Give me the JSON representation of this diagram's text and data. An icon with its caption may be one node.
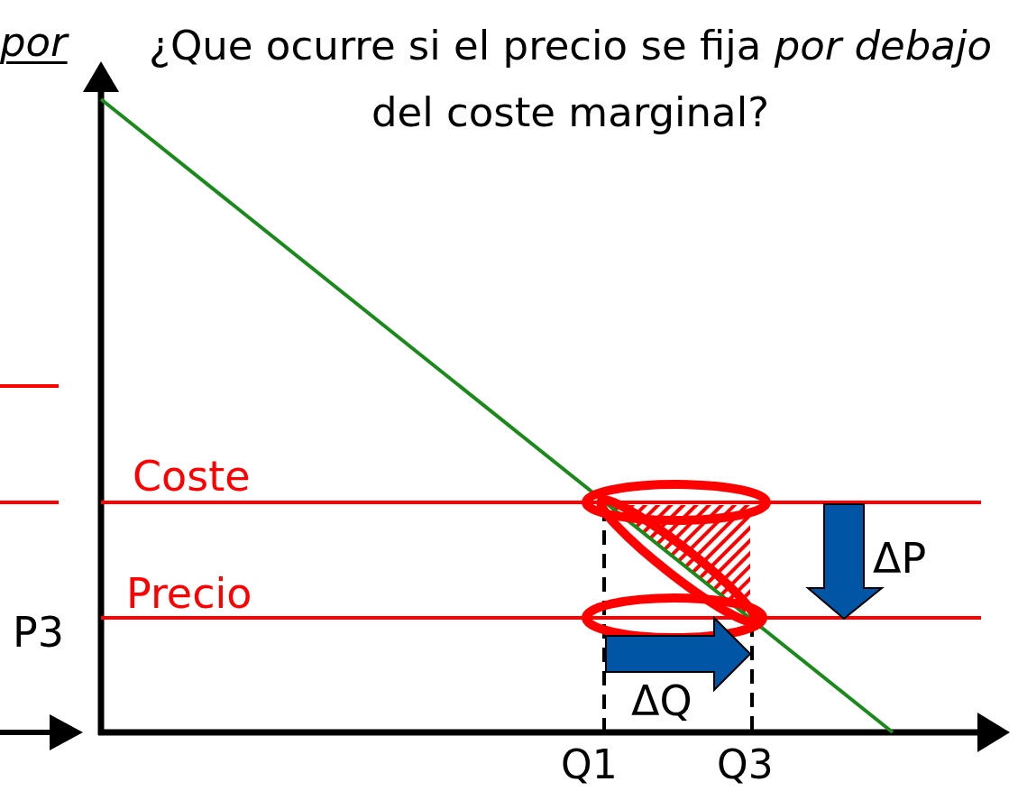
{
  "diagram": {
    "title": "¿Que ocurre si el precio se fija *por debajo* del coste marginal?",
    "labels": [
      "por",
      "Coste",
      "Precio",
      "P3",
      "ΔP",
      "ΔQ",
      "Q1",
      "Q3"
    ]
  }
}
